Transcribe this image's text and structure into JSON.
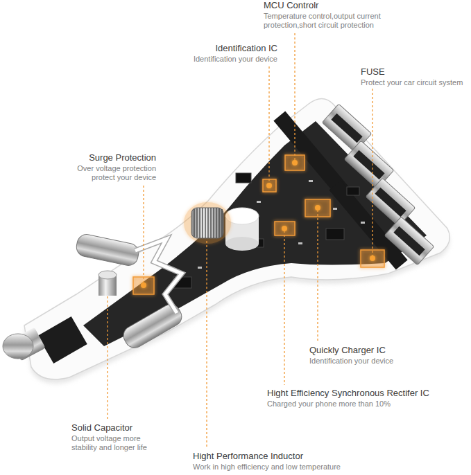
{
  "diagram": {
    "labels": [
      "MCU Controlr",
      "Temperature control,output current protection,short circuit protection",
      "Identification IC",
      "Identification your device",
      "FUSE",
      "Protect your car circuit system",
      "Surge Protection",
      "Over voltage protection protect your device",
      "Quickly Charger IC",
      "Identification your device",
      "Hight Efficiency Synchronous Rectifer IC",
      "Charged your phone more than 10%",
      "Solid Capacitor",
      "Output voltage more stability and longer life",
      "Hight Performance Inductor",
      "Work in high efficiency and low temperature"
    ]
  }
}
